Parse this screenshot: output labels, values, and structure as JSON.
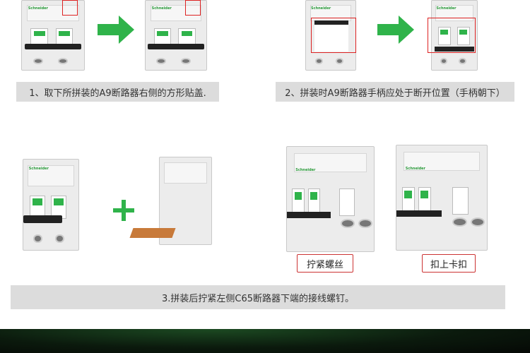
{
  "steps": [
    {
      "caption": "1、取下所拼装的A9断路器右侧的方形贴盖."
    },
    {
      "caption": "2、拼装时A9断路器手柄应处于断开位置（手柄朝下）"
    },
    {
      "caption": "3.拼装后拧紧左侧C65断路器下端的接线螺钉。"
    }
  ],
  "labels": {
    "tighten": "拧紧螺丝",
    "clip": "扣上卡扣"
  },
  "brand": "Schneider",
  "colors": {
    "accent_green": "#2fb34a",
    "highlight_red": "#d22222",
    "caption_bg": "#dcdcdc"
  },
  "icons": [
    "arrow-right-icon",
    "arrow-right-icon",
    "plus-icon"
  ]
}
